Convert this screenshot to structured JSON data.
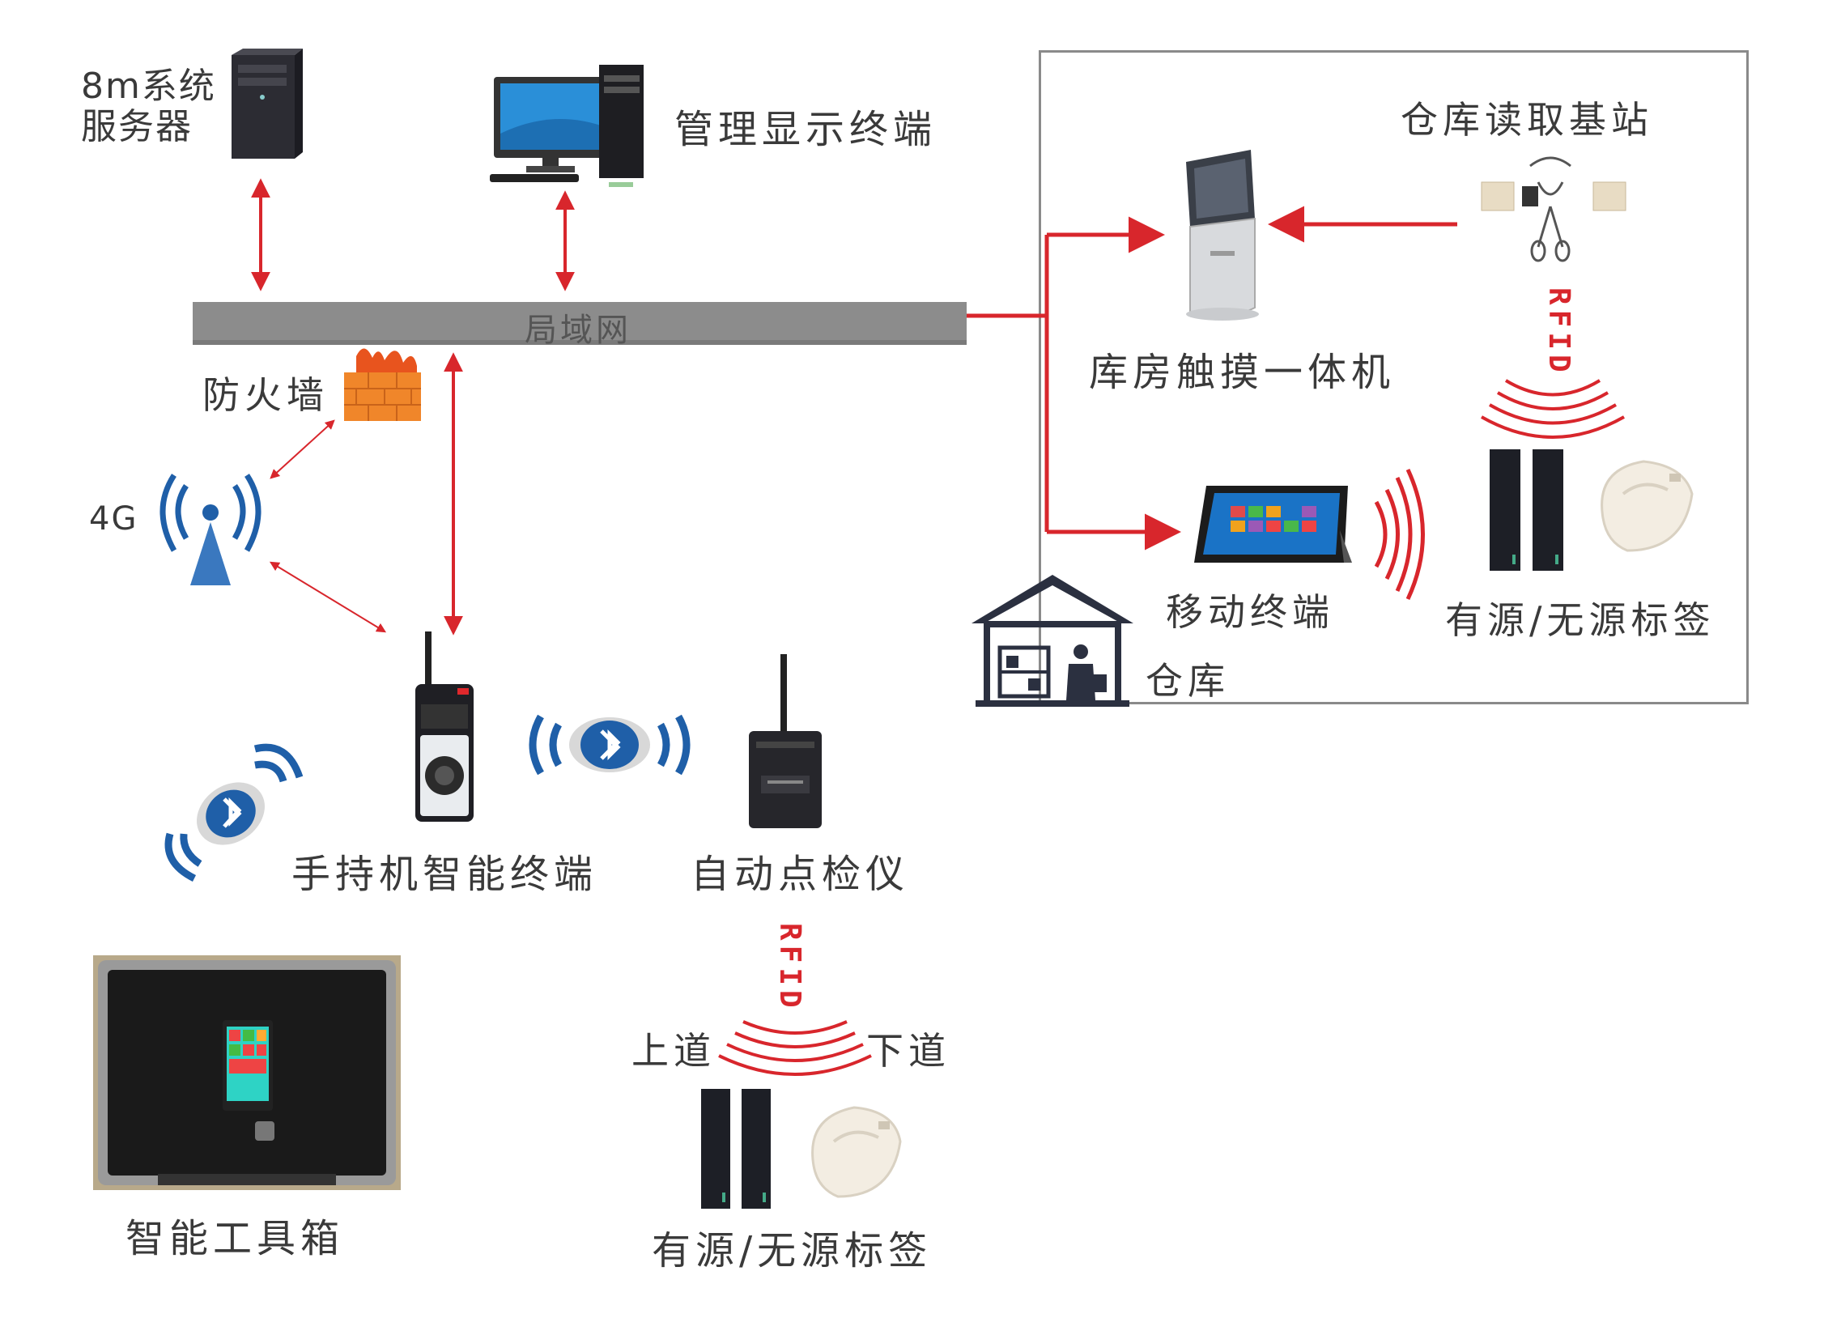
{
  "labels": {
    "server": "8m系统\n服务器",
    "server_line1": "8m系统",
    "server_line2": "服务器",
    "mgmt_terminal": "管理显示终端",
    "warehouse_base": "仓库读取基站",
    "lan": "局域网",
    "firewall": "防火墙",
    "touch_kiosk": "库房触摸一体机",
    "network_4g": "4G",
    "mobile_terminal": "移动终端",
    "tags_right": "有源/无源标签",
    "warehouse": "仓库",
    "handheld": "手持机智能终端",
    "auto_checker": "自动点检仪",
    "toolbox": "智能工具箱",
    "up_lane": "上道",
    "down_lane": "下道",
    "tags_bottom": "有源/无源标签",
    "rfid_right": "RFID",
    "rfid_bottom": "RFID"
  },
  "colors": {
    "arrow_red": "#d8262c",
    "lan_gray": "#8c8c8c",
    "signal_blue": "#1f5fa8",
    "box_border": "#8a8a8a"
  },
  "icons": [
    "server-tower-icon",
    "desktop-computer-icon",
    "firewall-icon",
    "cell-tower-icon",
    "kiosk-icon",
    "rfid-reader-icon",
    "tablet-icon",
    "warehouse-icon",
    "walkie-talkie-icon",
    "checker-device-icon",
    "toolbox-icon",
    "bluetooth-icon",
    "rfid-gate-icon",
    "rfid-tag-icon"
  ]
}
